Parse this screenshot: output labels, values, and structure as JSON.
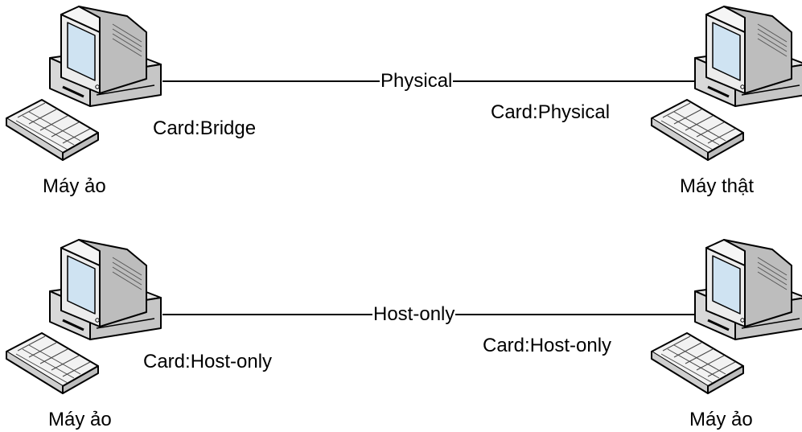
{
  "connections": [
    {
      "left_node": {
        "name": "Máy ảo",
        "card": "Card:Bridge"
      },
      "right_node": {
        "name": "Máy thật",
        "card": "Card:Physical"
      },
      "link_label": "Physical"
    },
    {
      "left_node": {
        "name": "Máy ảo",
        "card": "Card:Host-only"
      },
      "right_node": {
        "name": "Máy ảo",
        "card": "Card:Host-only"
      },
      "link_label": "Host-only"
    }
  ],
  "colors": {
    "line": "#000000",
    "monitor_body": "#ececec",
    "monitor_shade": "#bdbdbd",
    "screen": "#cfe3f2",
    "keyboard": "#f2f2f2"
  },
  "icons": {
    "computer": "desktop-computer-icon"
  }
}
